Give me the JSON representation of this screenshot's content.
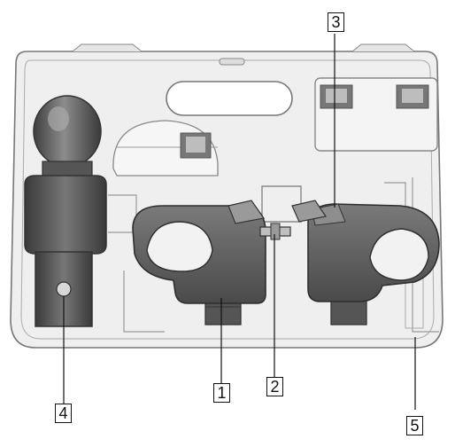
{
  "figure": {
    "callouts": [
      {
        "id": "callout-1",
        "label": "1"
      },
      {
        "id": "callout-2",
        "label": "2"
      },
      {
        "id": "callout-3",
        "label": "3"
      },
      {
        "id": "callout-4",
        "label": "4"
      },
      {
        "id": "callout-5",
        "label": "5"
      }
    ]
  },
  "colors": {
    "case_shell": "#eeeeee",
    "case_outline": "#7a7a7a",
    "part_dark": "#5c5c5c",
    "part_mid": "#8a8a8a",
    "part_light": "#b5b5b5"
  },
  "parts": [
    {
      "id": "part-1",
      "item": "left-pin-bracket",
      "callout": "1"
    },
    {
      "id": "part-2",
      "item": "center-latch",
      "callout": "2"
    },
    {
      "id": "part-3",
      "item": "right-pin-bracket",
      "callout": "3"
    },
    {
      "id": "part-4",
      "item": "hitch-ball",
      "callout": "4"
    },
    {
      "id": "part-5",
      "item": "storage-case",
      "callout": "5"
    }
  ]
}
